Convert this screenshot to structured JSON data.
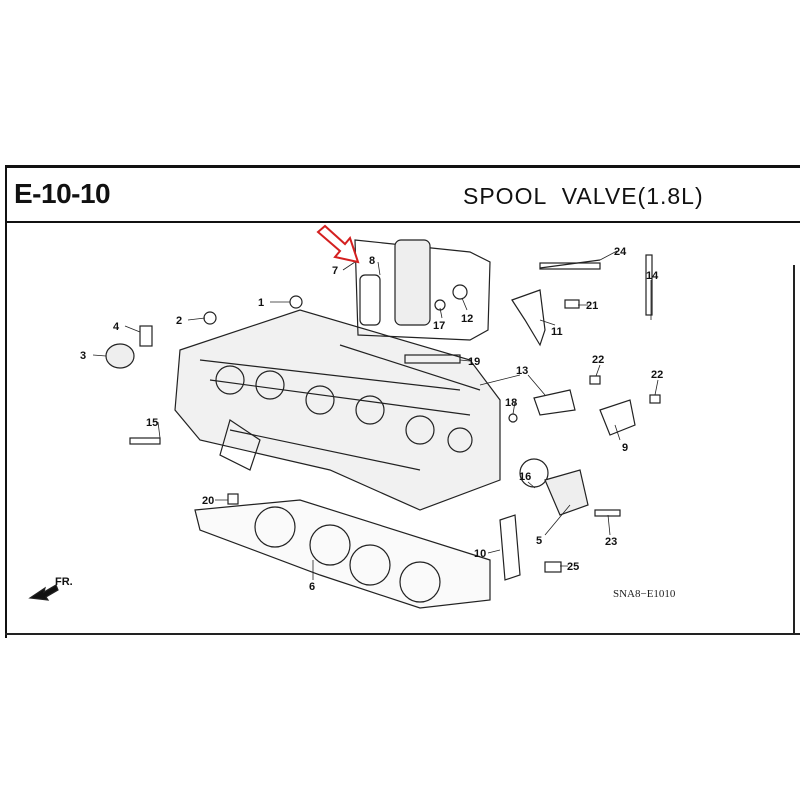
{
  "header": {
    "code": "E-10-10",
    "title": "SPOOL  VALVE(1.8L)"
  },
  "diagram": {
    "reference_code": "SNA8−E1010",
    "front_indicator": "FR.",
    "highlight_color": "#d42020",
    "callouts": [
      "1",
      "2",
      "3",
      "4",
      "5",
      "6",
      "7",
      "8",
      "9",
      "10",
      "11",
      "12",
      "13",
      "14",
      "15",
      "16",
      "17",
      "18",
      "19",
      "20",
      "21",
      "22",
      "22",
      "23",
      "24",
      "25"
    ]
  }
}
